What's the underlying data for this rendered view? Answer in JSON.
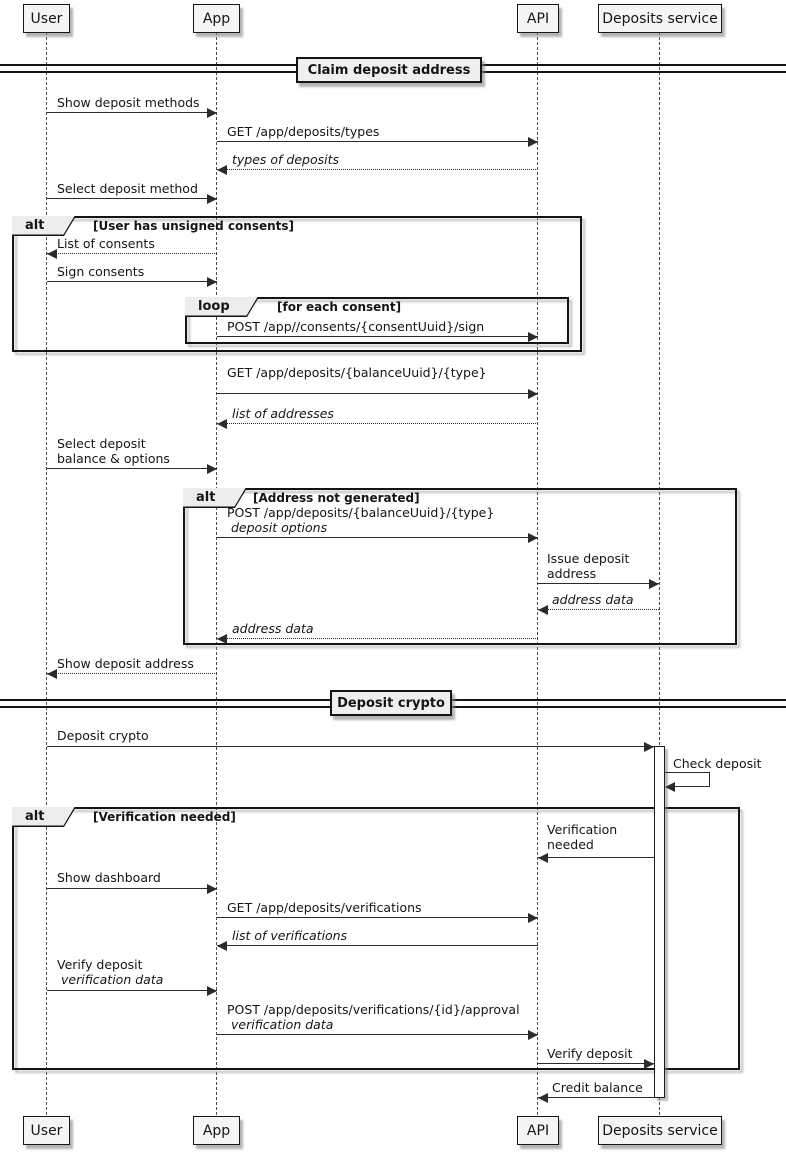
{
  "diagram": {
    "type": "sequence",
    "participants": [
      {
        "name": "User"
      },
      {
        "name": "App"
      },
      {
        "name": "API"
      },
      {
        "name": "Deposits service"
      }
    ],
    "dividers": [
      {
        "label": "Claim deposit address"
      },
      {
        "label": "Deposit crypto"
      }
    ],
    "frames": [
      {
        "operator": "alt",
        "condition": "[User has unsigned consents]"
      },
      {
        "operator": "loop",
        "condition": "[for each consent]"
      },
      {
        "operator": "alt",
        "condition": "[Address not generated]"
      },
      {
        "operator": "alt",
        "condition": "[Verification needed]"
      }
    ],
    "messages": [
      {
        "from": "User",
        "to": "App",
        "style": "solid",
        "text": "Show deposit methods"
      },
      {
        "from": "App",
        "to": "API",
        "style": "solid",
        "text": "GET /app/deposits/types"
      },
      {
        "from": "API",
        "to": "App",
        "style": "dotted",
        "text": "types of deposits"
      },
      {
        "from": "User",
        "to": "App",
        "style": "solid",
        "text": "Select deposit method"
      },
      {
        "from": "App",
        "to": "User",
        "style": "dotted",
        "text": "List of consents"
      },
      {
        "from": "User",
        "to": "App",
        "style": "solid",
        "text": "Sign consents"
      },
      {
        "from": "App",
        "to": "API",
        "style": "solid",
        "text": "POST /app//consents/{consentUuid}/sign"
      },
      {
        "from": "App",
        "to": "API",
        "style": "solid",
        "text": "GET /app/deposits/{balanceUuid}/{type}"
      },
      {
        "from": "API",
        "to": "App",
        "style": "dotted",
        "text": "list of addresses"
      },
      {
        "from": "User",
        "to": "App",
        "style": "solid",
        "text": "Select deposit",
        "text2": "balance & options"
      },
      {
        "from": "App",
        "to": "API",
        "style": "solid",
        "text": "POST /app/deposits/{balanceUuid}/{type}",
        "text2": "deposit options"
      },
      {
        "from": "API",
        "to": "Deposits service",
        "style": "solid",
        "text": "Issue deposit",
        "text2": "address"
      },
      {
        "from": "Deposits service",
        "to": "API",
        "style": "dotted",
        "text": "address data"
      },
      {
        "from": "API",
        "to": "App",
        "style": "dotted",
        "text": "address data"
      },
      {
        "from": "App",
        "to": "User",
        "style": "dotted",
        "text": "Show deposit address"
      },
      {
        "from": "User",
        "to": "Deposits service",
        "style": "solid",
        "text": "Deposit crypto"
      },
      {
        "from": "Deposits service",
        "to": "Deposits service",
        "style": "self",
        "text": "Check deposit"
      },
      {
        "from": "Deposits service",
        "to": "API",
        "style": "solid",
        "text": "Verification",
        "text2": "needed"
      },
      {
        "from": "User",
        "to": "App",
        "style": "solid",
        "text": "Show dashboard"
      },
      {
        "from": "App",
        "to": "API",
        "style": "solid",
        "text": "GET /app/deposits/verifications"
      },
      {
        "from": "API",
        "to": "App",
        "style": "solid",
        "text": "list of verifications"
      },
      {
        "from": "User",
        "to": "App",
        "style": "solid",
        "text": "Verify deposit",
        "text2": "verification data"
      },
      {
        "from": "App",
        "to": "API",
        "style": "solid",
        "text": "POST /app/deposits/verifications/{id}/approval",
        "text2": "verification data"
      },
      {
        "from": "API",
        "to": "Deposits service",
        "style": "solid",
        "text": "Verify deposit"
      },
      {
        "from": "Deposits service",
        "to": "API",
        "style": "solid",
        "text": "Credit balance"
      }
    ]
  }
}
